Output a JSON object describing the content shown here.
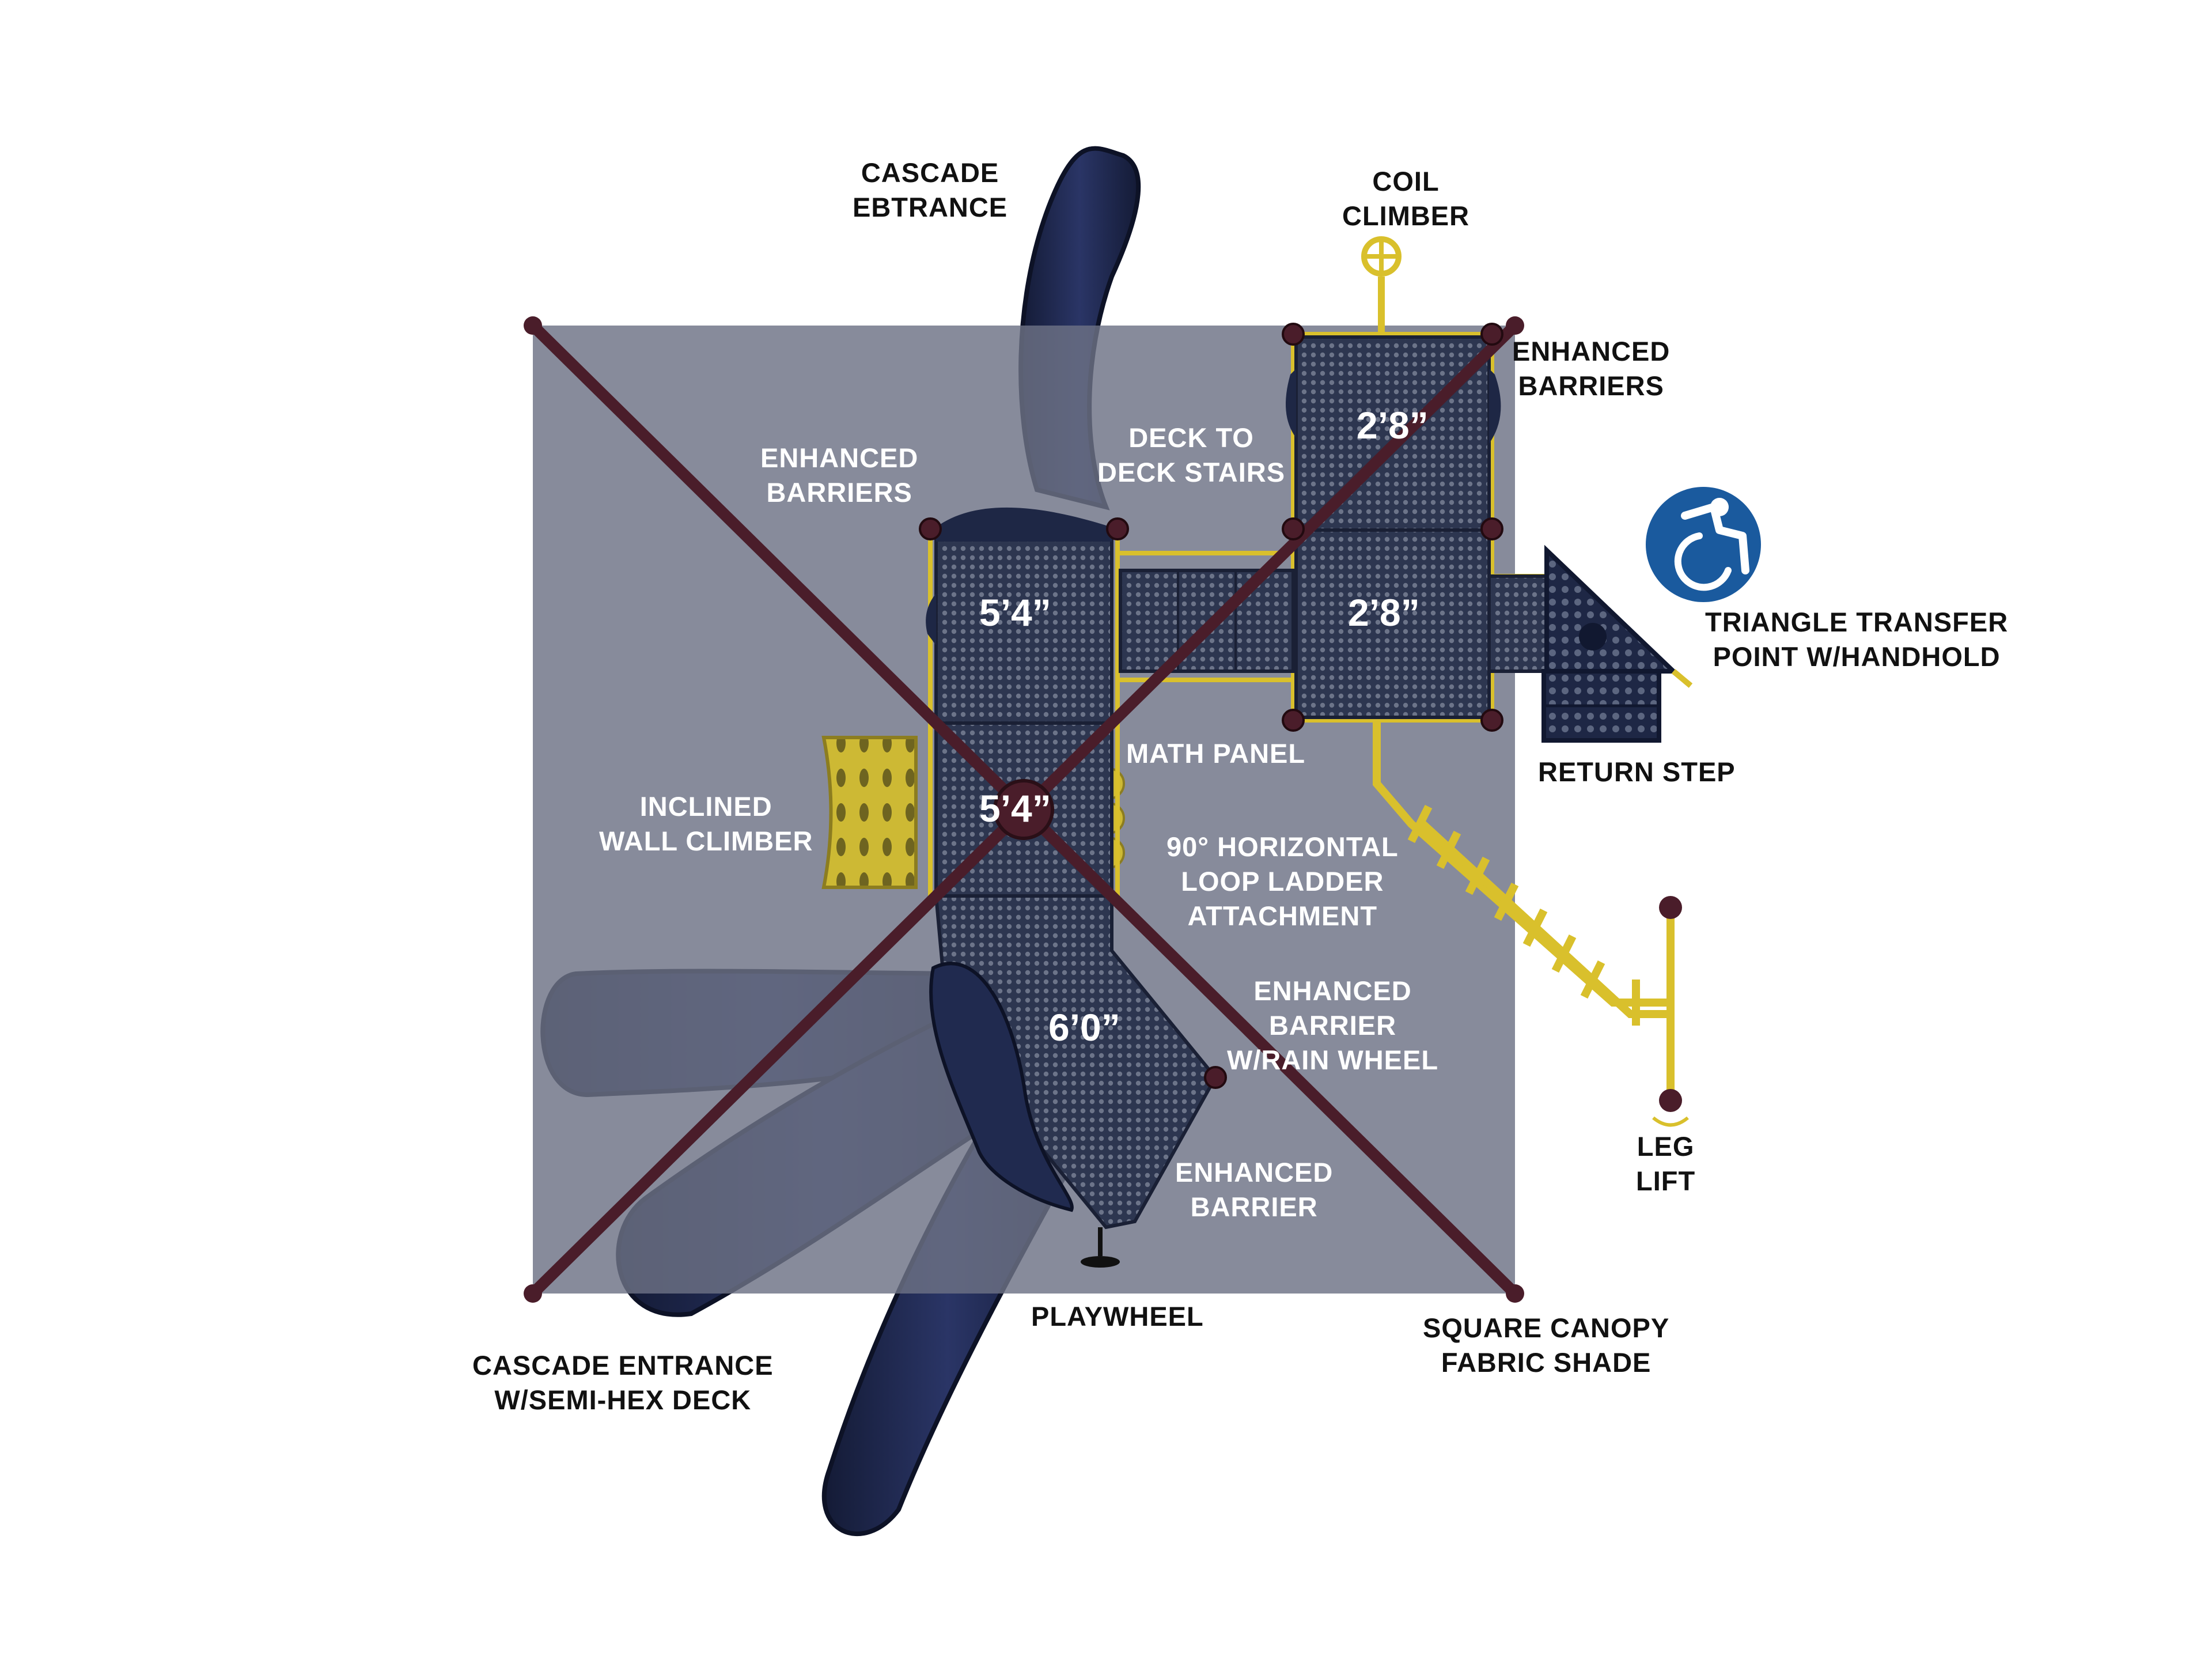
{
  "labels": {
    "cascade_top": [
      "CASCADE",
      "EBTRANCE"
    ],
    "coil_climber": [
      "COIL",
      "CLIMBER"
    ],
    "enhanced_barriers_right": [
      "ENHANCED",
      "BARRIERS"
    ],
    "enhanced_barriers_left": [
      "ENHANCED",
      "BARRIERS"
    ],
    "deck_stairs": [
      "DECK TO",
      "DECK STAIRS"
    ],
    "triangle_transfer": [
      "TRIANGLE TRANSFER",
      "POINT W/HANDHOLD"
    ],
    "return_step": [
      "RETURN STEP"
    ],
    "math_panel": [
      "MATH PANEL"
    ],
    "inclined_wall": [
      "INCLINED",
      "WALL CLIMBER"
    ],
    "loop_ladder": [
      "90° HORIZONTAL",
      "LOOP LADDER",
      "ATTACHMENT"
    ],
    "barrier_rain": [
      "ENHANCED",
      "BARRIER",
      "W/RAIN WHEEL"
    ],
    "leg_lift": [
      "LEG",
      "LIFT"
    ],
    "enhanced_barrier": [
      "ENHANCED",
      "BARRIER"
    ],
    "playwheel": [
      "PLAYWHEEL"
    ],
    "cascade_bottom": [
      "CASCADE ENTRANCE",
      "W/SEMI-HEX DECK"
    ],
    "canopy": [
      "SQUARE CANOPY",
      "FABRIC SHADE"
    ]
  },
  "deck_heights": {
    "deck_a": "5’4”",
    "deck_b": "5’4”",
    "deck_c": "2’8”",
    "deck_d": "2’8”",
    "deck_e": "6’0”"
  },
  "icons": [
    "accessibility-icon"
  ],
  "colors": {
    "canopy": "#747a8a",
    "slide": "#1d2647",
    "deck": "#2c3552",
    "post": "#4a1d2a",
    "yellow": "#d9c02c",
    "accessible_blue": "#1a5a9e"
  }
}
